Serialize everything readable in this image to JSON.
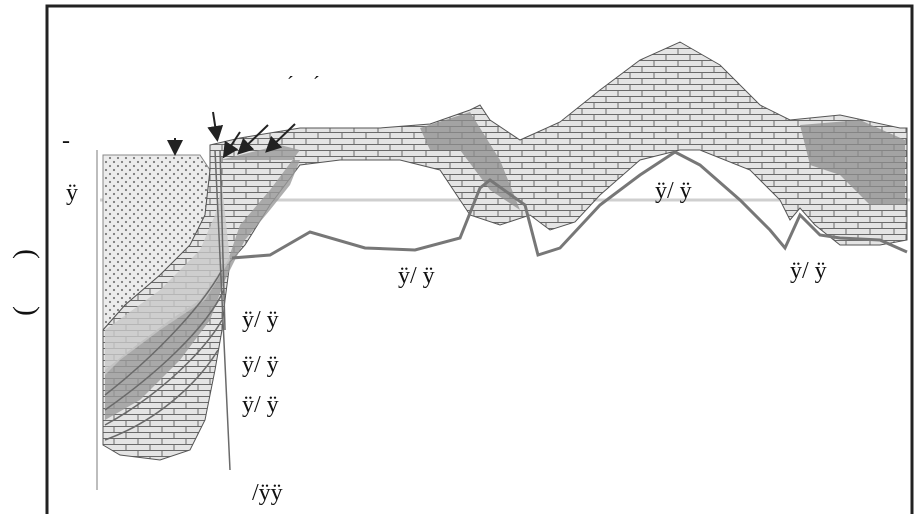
{
  "side_label": {
    "top": "(",
    "bottom": ")"
  },
  "left_marks": {
    "dash": "-",
    "y_label": "ÿ"
  },
  "top_marks": {
    "tick1": "´",
    "tick2": "´"
  },
  "section_labels": [
    {
      "text": "ÿ/ ÿ"
    },
    {
      "text": "ÿ/ ÿ"
    },
    {
      "text": "ÿ/ ÿ"
    },
    {
      "text": "ÿ/ ÿ"
    },
    {
      "text": "ÿ/ ÿ"
    },
    {
      "text": "ÿ/ ÿ"
    },
    {
      "text": "/ÿÿ"
    }
  ],
  "colors": {
    "frame": "#222222",
    "light_fill": "#d8d8d8",
    "mid_fill": "#c2c2c2",
    "dark_fill": "#8e8e8e",
    "line": "#777777"
  }
}
